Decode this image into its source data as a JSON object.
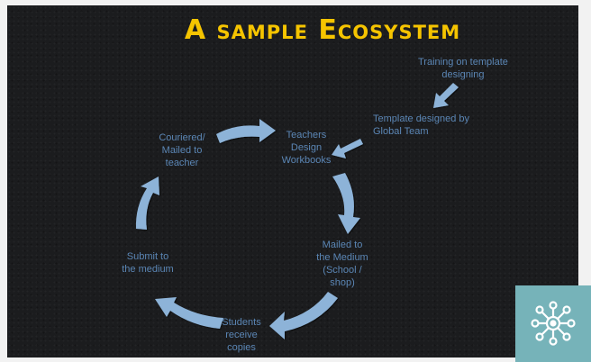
{
  "slide": {
    "title": "A sample Ecosystem"
  },
  "nodes": {
    "training": "Training on template\ndesigning",
    "template": "Template designed by\nGlobal Team",
    "teachers": "Teachers\nDesign\nWorkbooks",
    "couriered": "Couriered/\nMailed to\nteacher",
    "mailed_medium": "Mailed to\nthe Medium\n(School /\nshop)",
    "students": "Students\nreceive\ncopies",
    "submit": "Submit to\nthe medium"
  },
  "colors": {
    "title": "#f5c400",
    "text": "#5b86b5",
    "arrow": "#8db3d8",
    "badge": "#76b3b9"
  },
  "badge": {
    "icon": "network-hub-icon"
  }
}
